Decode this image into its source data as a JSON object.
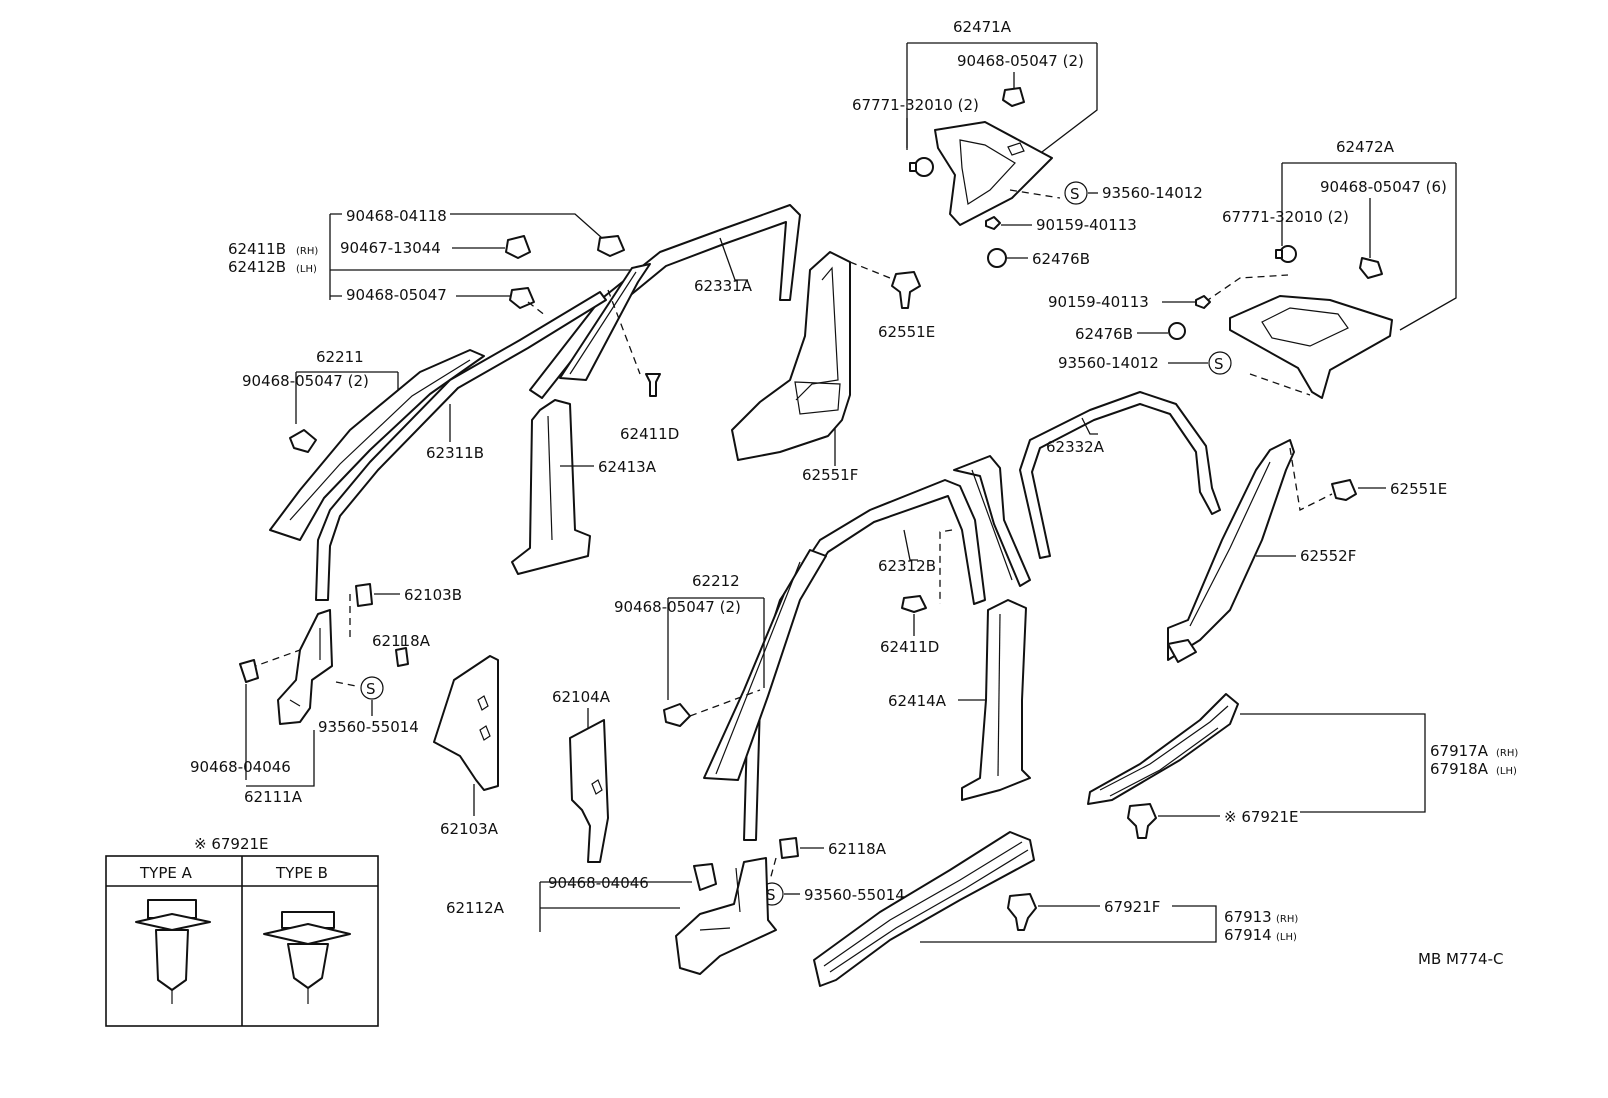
{
  "labels": {
    "p62471A": "62471A",
    "p90468_05047_2_top": "90468-05047 (2)",
    "p67771_32010_2_top": "67771-32010 (2)",
    "p93560_14012_top": "93560-14012",
    "p90159_40113_top": "90159-40113",
    "p62476B_top": "62476B",
    "p62472A": "62472A",
    "p90468_05047_6": "90468-05047 (6)",
    "p67771_32010_2_right": "67771-32010 (2)",
    "p90159_40113_right": "90159-40113",
    "p62476B_right": "62476B",
    "p93560_14012_right": "93560-14012",
    "p90468_04118": "90468-04118",
    "p62411B": "62411B",
    "p62411B_side": "(RH)",
    "p62412B": "62412B",
    "p62412B_side": "(LH)",
    "p90467_13044": "90467-13044",
    "p90468_05047_left": "90468-05047",
    "p62331A": "62331A",
    "p62551E_top": "62551E",
    "p62211": "62211",
    "p90468_05047_2_left": "90468-05047 (2)",
    "p62311B": "62311B",
    "p62411D_top": "62411D",
    "p62413A": "62413A",
    "p62551F": "62551F",
    "p62332A": "62332A",
    "p62551E_right": "62551E",
    "p62552F": "62552F",
    "p62312B": "62312B",
    "p62212": "62212",
    "p90468_05047_2_mid": "90468-05047 (2)",
    "p62411D_mid": "62411D",
    "p62103B": "62103B",
    "p62118A_left": "62118A",
    "p93560_55014_left": "93560-55014",
    "p90468_04046_left": "90468-04046",
    "p62111A": "62111A",
    "p62104A": "62104A",
    "p62103A": "62103A",
    "p62414A": "62414A",
    "p67917A": "67917A",
    "p67917A_side": "(RH)",
    "p67918A": "67918A",
    "p67918A_side": "(LH)",
    "p67921E_ref": "※ 67921E",
    "p62118A_mid": "62118A",
    "p90468_04046_mid": "90468-04046",
    "p93560_55014_mid": "93560-55014",
    "p62112A": "62112A",
    "p67921F": "67921F",
    "p67913": "67913",
    "p67913_side": "(RH)",
    "p67914": "67914",
    "p67914_side": "(LH)",
    "diagram_code": "MB M774-C"
  },
  "clip_table": {
    "title": "※ 67921E",
    "type_a": "TYPE A",
    "type_b": "TYPE B"
  },
  "symbols": {
    "s_mark": "S"
  }
}
